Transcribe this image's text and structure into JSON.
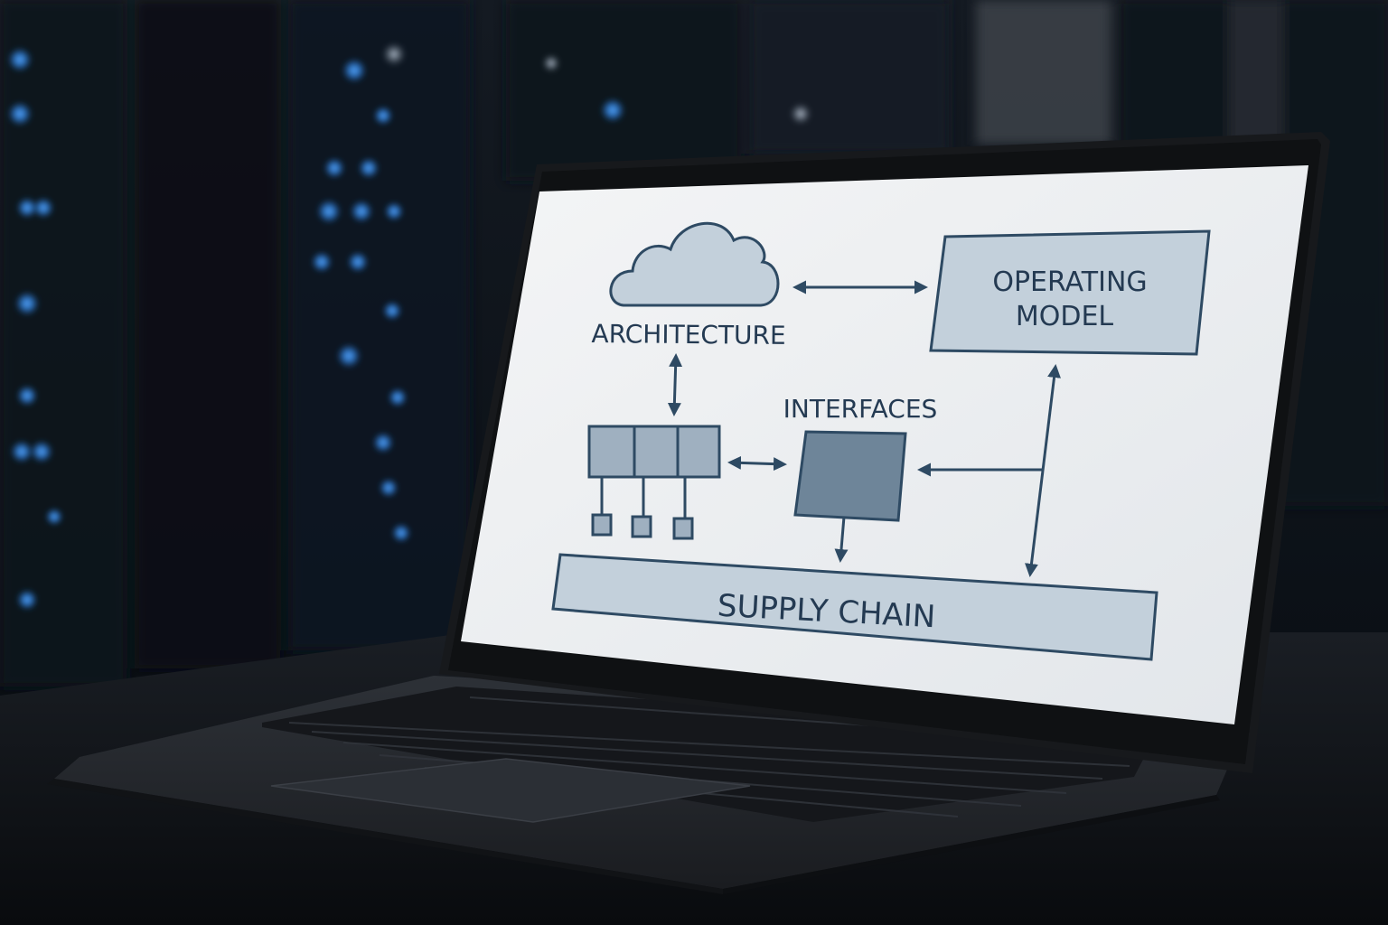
{
  "colors": {
    "background": "#0a0e14",
    "server_light": "#3f8fe0",
    "screen": "#eef0f2",
    "box_light": "#c3d0db",
    "box_mid": "#9fb0c0",
    "box_dark": "#6e8599",
    "stroke": "#2e4a63",
    "laptop_body": "#26292e"
  },
  "diagram": {
    "architecture_label": "ARCHITECTURE",
    "operating_model_line1": "OPERATING",
    "operating_model_line2": "MODEL",
    "interfaces_label": "INTERFACES",
    "supply_chain_label": "SUPPLY CHAIN"
  },
  "icons": {
    "cloud": "cloud-icon",
    "modules": "module-block-icon"
  }
}
